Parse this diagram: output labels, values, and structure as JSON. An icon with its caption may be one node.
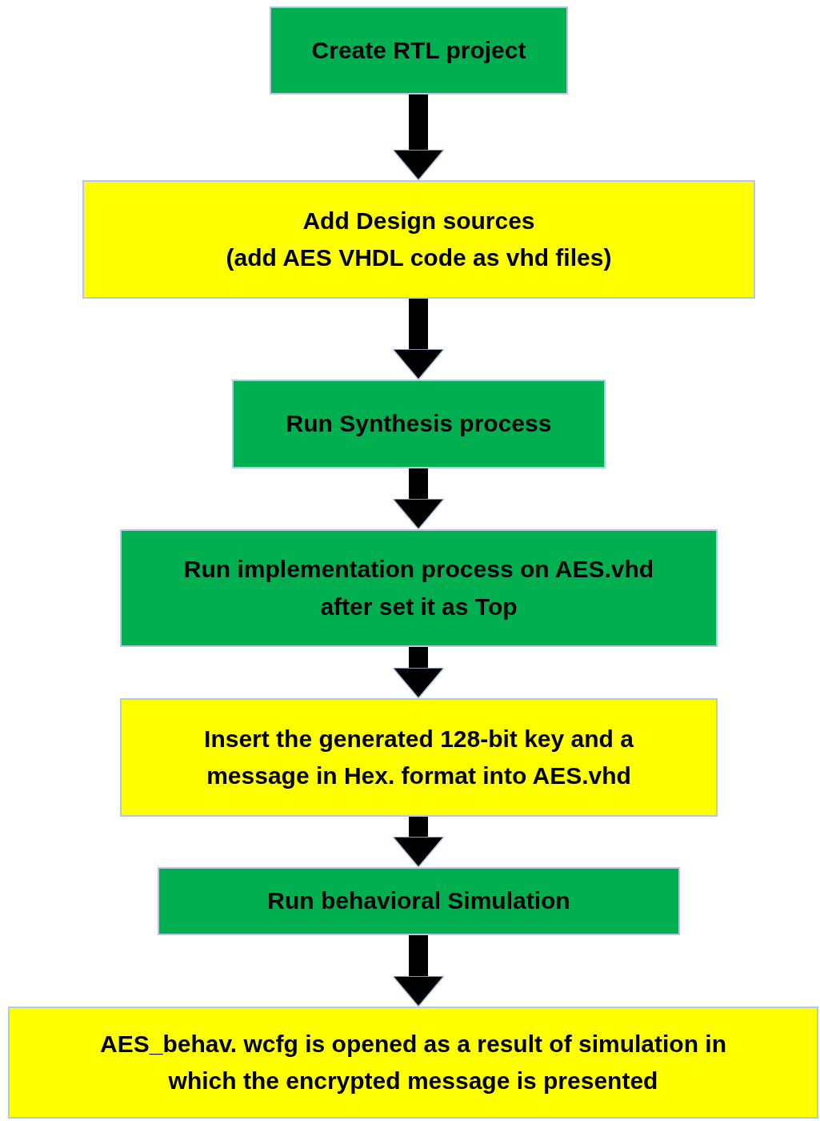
{
  "diagram": {
    "nodes": [
      {
        "text": [
          "Create RTL project"
        ]
      },
      {
        "text": [
          "Add Design sources",
          "(add AES VHDL code as vhd files)"
        ]
      },
      {
        "text": [
          "Run Synthesis process"
        ]
      },
      {
        "text": [
          "Run implementation process on AES.vhd after set it as Top"
        ]
      },
      {
        "text": [
          "Insert the generated 128-bit key and a message in Hex. format into AES.vhd"
        ]
      },
      {
        "text": [
          "Run behavioral Simulation"
        ]
      },
      {
        "text": [
          "AES_behav. wcfg is opened as a result of simulation in which the encrypted message is presented"
        ]
      }
    ],
    "edges": [
      {
        "from": 0,
        "to": 1,
        "arrow": "to"
      },
      {
        "from": 1,
        "to": 2,
        "arrow": "to"
      },
      {
        "from": 2,
        "to": 3,
        "arrow": "to"
      },
      {
        "from": 3,
        "to": 4,
        "arrow": "to"
      },
      {
        "from": 4,
        "to": 5,
        "arrow": "to"
      },
      {
        "from": 5,
        "to": 6,
        "arrow": "to"
      }
    ]
  }
}
